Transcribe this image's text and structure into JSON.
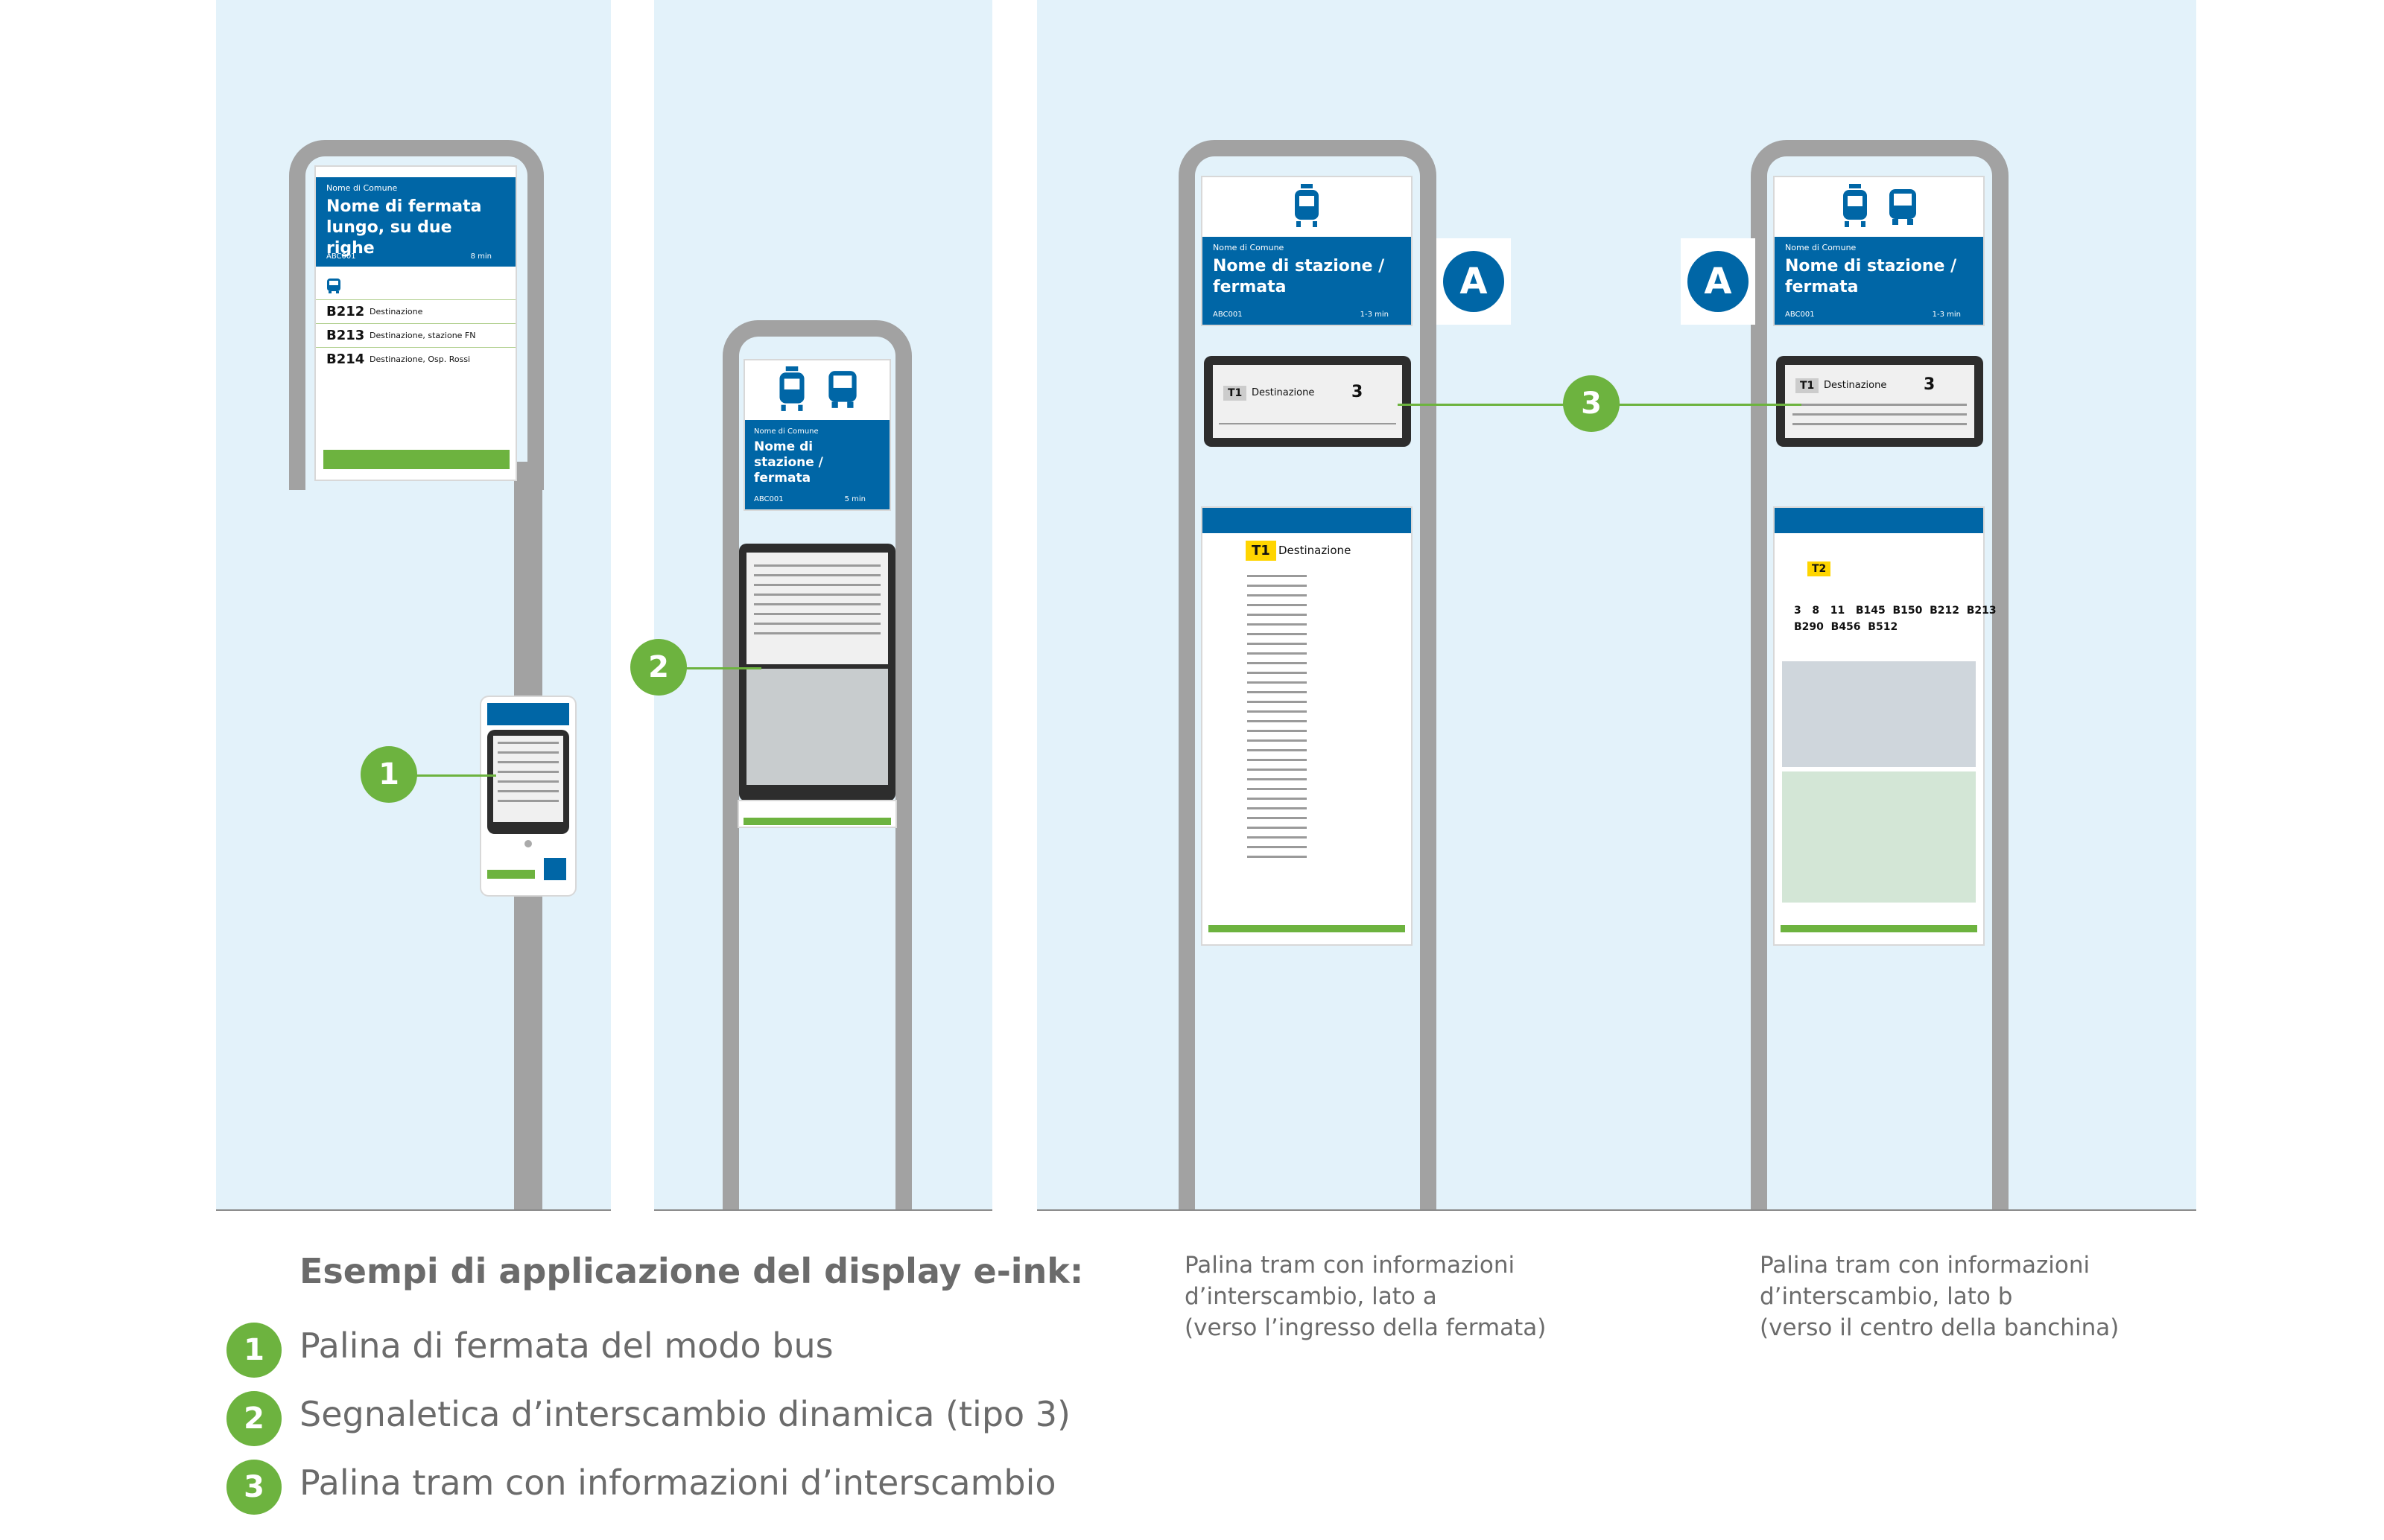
{
  "sign1": {
    "municipality": "Nome di Comune",
    "stop_name": "Nome di fermata lungo, su due righe",
    "code": "ABC001",
    "walk": "8 min",
    "routes": [
      {
        "number": "B212",
        "destination": "Destinazione"
      },
      {
        "number": "B213",
        "destination": "Destinazione, stazione FN"
      },
      {
        "number": "B214",
        "destination": "Destinazione, Osp. Rossi"
      }
    ]
  },
  "sign2": {
    "municipality": "Nome di Comune",
    "stop_name": "Nome di stazione / fermata",
    "code": "ABC001",
    "walk": "5 min"
  },
  "sign3a": {
    "municipality": "Nome di Comune",
    "stop_name": "Nome di stazione / fermata",
    "code": "ABC001",
    "walk": "1-3 min",
    "platform": "A",
    "eink_route": "T1",
    "eink_destination": "Destinazione",
    "eink_minutes": "3",
    "tram_route": "T1",
    "tram_destination": "Destinazione"
  },
  "sign3b": {
    "municipality": "Nome di Comune",
    "stop_name": "Nome di stazione / fermata",
    "code": "ABC001",
    "walk": "1-3 min",
    "platform": "A",
    "eink_route": "T1",
    "eink_destination": "Destinazione",
    "eink_minutes": "3",
    "tram_route": "T2",
    "bus_routes_1": "3   8   11   B145  B150  B212  B213",
    "bus_routes_2": "B290  B456  B512"
  },
  "markers": [
    "1",
    "2",
    "3"
  ],
  "captions": {
    "a": [
      "Palina tram con informazioni",
      "d’interscambio, lato a",
      "(verso l’ingresso della fermata)"
    ],
    "b": [
      "Palina tram con informazioni",
      "d’interscambio, lato b",
      "(verso il centro della banchina)"
    ]
  },
  "legend": {
    "title": "Esempi di applicazione del display e-ink:",
    "items": [
      {
        "num": "1",
        "text": "Palina di fermata del modo bus"
      },
      {
        "num": "2",
        "text": "Segnaletica d’interscambio dinamica (tipo 3)"
      },
      {
        "num": "3",
        "text": "Palina tram con informazioni d’interscambio"
      }
    ]
  },
  "colors": {
    "green": "#6db33f",
    "blue": "#0066a6",
    "panel": "#e3f2fa",
    "pole": "#a2a2a2"
  }
}
